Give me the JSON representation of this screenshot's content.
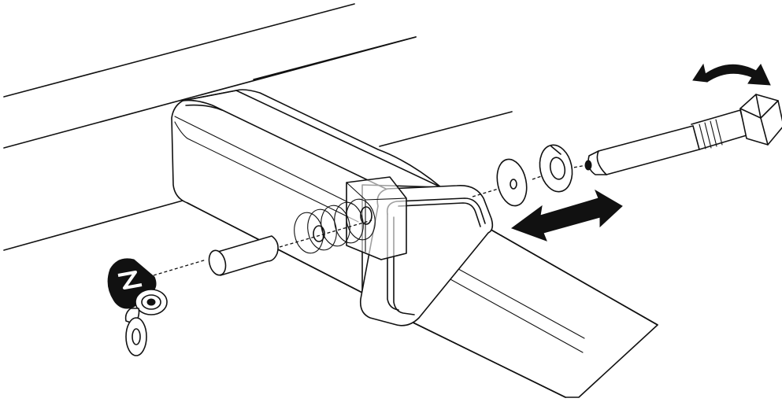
{
  "diagram": {
    "colors": {
      "line": "#111111",
      "background": "#ffffff",
      "fill_dark": "#111111"
    },
    "parts": [
      "trailer-frame-rails",
      "receiver-tube",
      "hitch-bar",
      "anti-rattle-bolt",
      "lock-washer",
      "flat-washer",
      "coil-spring",
      "pin",
      "lock-with-key"
    ],
    "indicators": [
      "rotate-arrow",
      "slide-arrow"
    ]
  }
}
